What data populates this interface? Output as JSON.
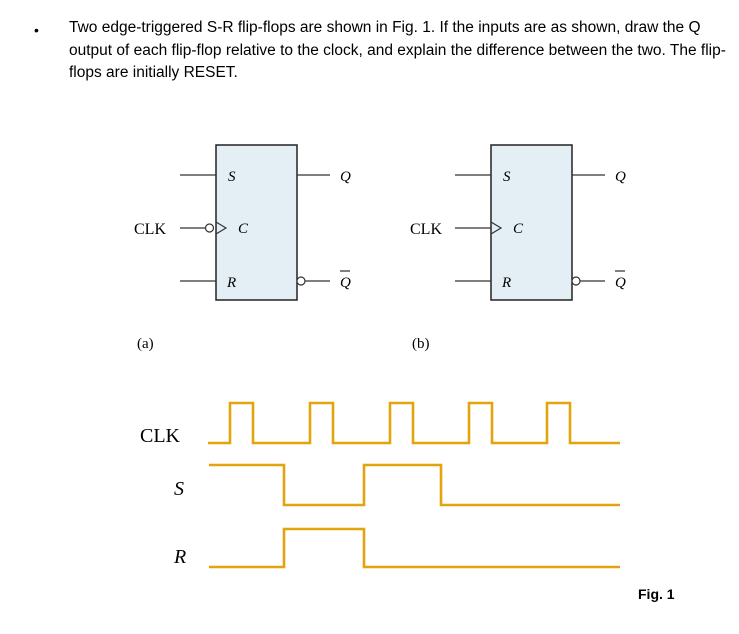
{
  "question": {
    "bullet": "•",
    "text": "Two edge-triggered S-R flip-flops are shown in Fig. 1. If the inputs are as shown, draw the Q output of each flip-flop relative to the clock, and explain the difference between the two. The flip-flops are initially RESET."
  },
  "flipflops": [
    {
      "id": "a",
      "caption": "(a)",
      "clk_label": "CLK",
      "s": "S",
      "c": "C",
      "r": "R",
      "q": "Q",
      "qbar": "Q",
      "clock_inverted": true
    },
    {
      "id": "b",
      "caption": "(b)",
      "clk_label": "CLK",
      "s": "S",
      "c": "C",
      "r": "R",
      "q": "Q",
      "qbar": "Q",
      "clock_inverted": false
    }
  ],
  "waveforms": {
    "color": "#E2A40C",
    "labels": {
      "clk": "CLK",
      "s": "S",
      "r": "R"
    },
    "clk_pulses": 5,
    "s_levels": [
      1,
      0,
      1,
      0
    ],
    "r_levels": [
      0,
      1,
      0
    ]
  },
  "figure_label": "Fig. 1"
}
